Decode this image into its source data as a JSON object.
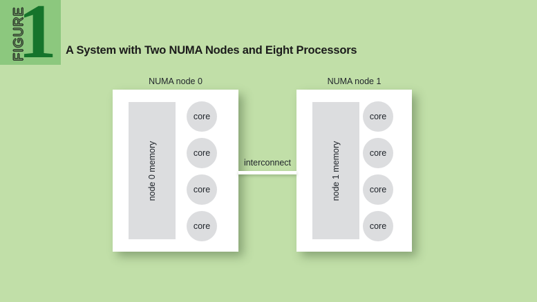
{
  "figure": {
    "banner_word": "FIGURE",
    "number": "1",
    "title": "A System with Two NUMA Nodes and Eight Processors"
  },
  "colors": {
    "background": "#c1dfa8",
    "banner_green": "#8cc87e",
    "number_green": "#15742b",
    "panel_white": "#ffffff",
    "block_gray": "#dcdddf",
    "text_dark": "#20252b"
  },
  "diagram": {
    "type": "block-diagram",
    "interconnect": {
      "label": "interconnect"
    },
    "nodes": [
      {
        "caption": "NUMA node 0",
        "memory_label": "node 0 memory",
        "cores": [
          {
            "label": "core"
          },
          {
            "label": "core"
          },
          {
            "label": "core"
          },
          {
            "label": "core"
          }
        ]
      },
      {
        "caption": "NUMA node 1",
        "memory_label": "node 1 memory",
        "cores": [
          {
            "label": "core"
          },
          {
            "label": "core"
          },
          {
            "label": "core"
          },
          {
            "label": "core"
          }
        ]
      }
    ]
  }
}
